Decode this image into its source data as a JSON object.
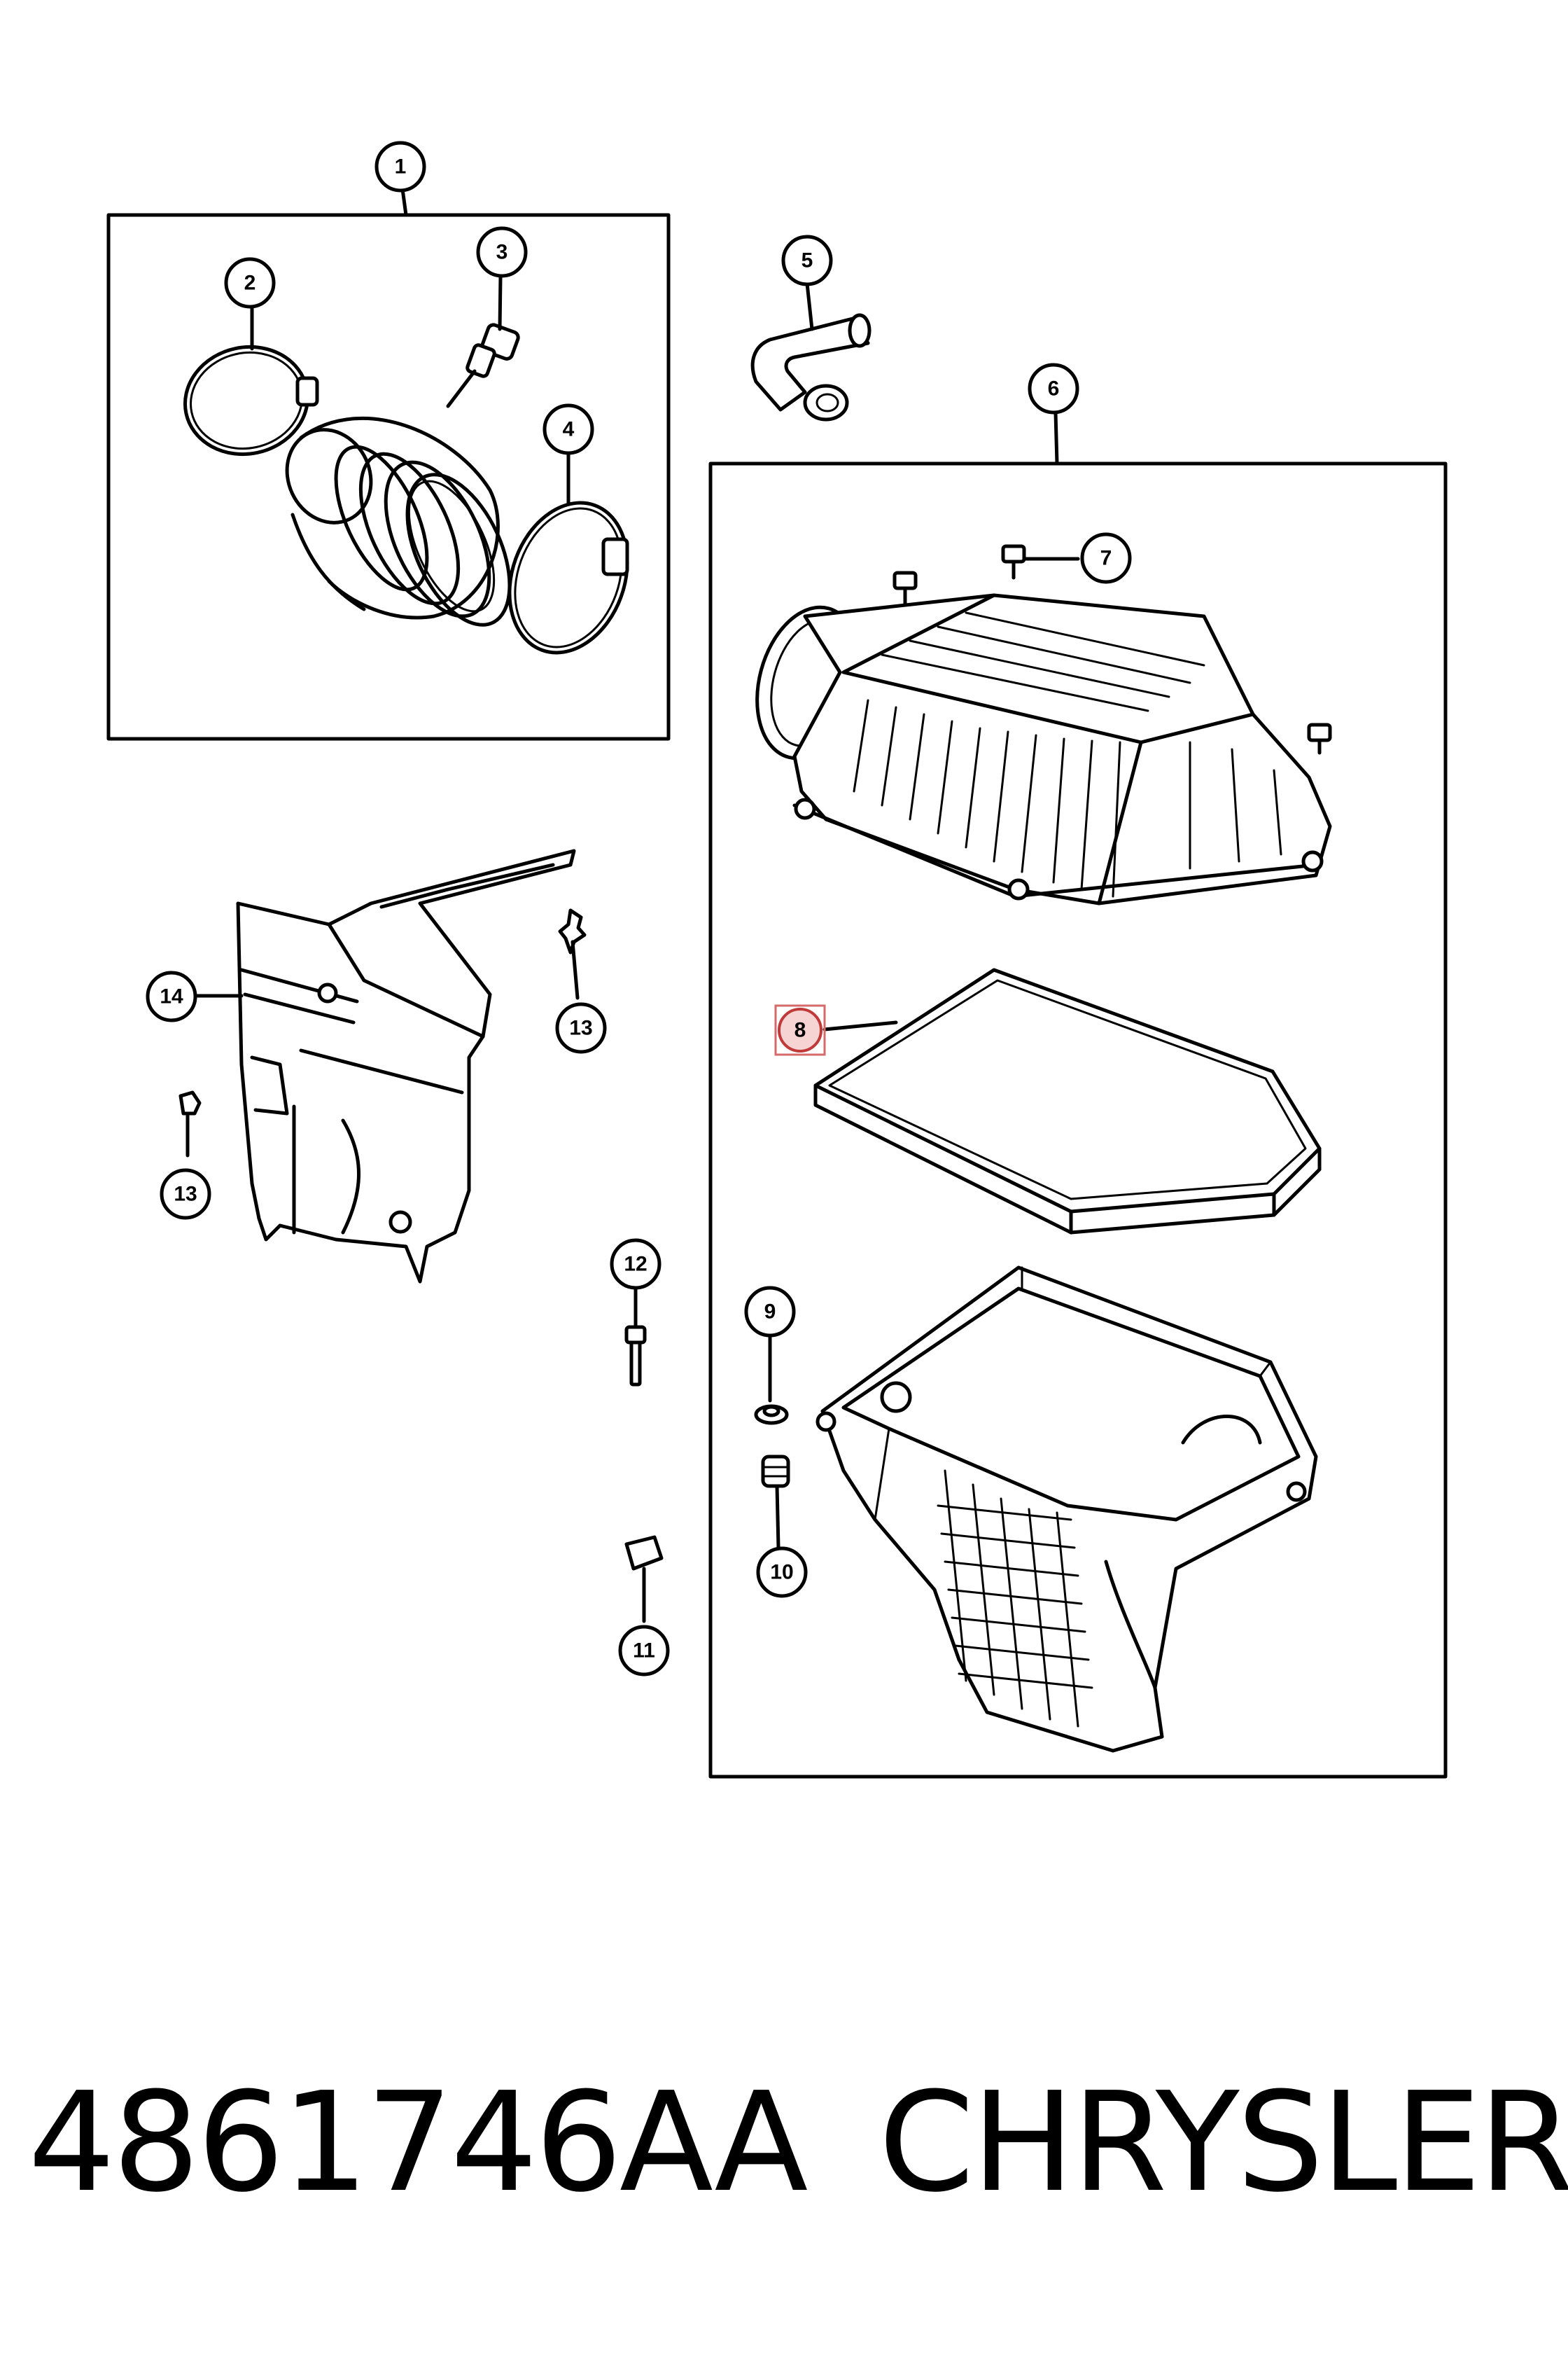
{
  "callouts": {
    "c1": "1",
    "c2": "2",
    "c3": "3",
    "c4": "4",
    "c5": "5",
    "c6": "6",
    "c7": "7",
    "c8": "8",
    "c9": "9",
    "c10": "10",
    "c11": "11",
    "c12": "12",
    "c13a": "13",
    "c13b": "13",
    "c14": "14"
  },
  "highlighted_callout": "8",
  "footer": {
    "part_number": "4861746AA",
    "brand": "CHRYSLER"
  },
  "colors": {
    "line": "#000000",
    "background": "#ffffff",
    "highlight_fill": "#f7d4d4",
    "highlight_stroke": "#c03a3a"
  }
}
